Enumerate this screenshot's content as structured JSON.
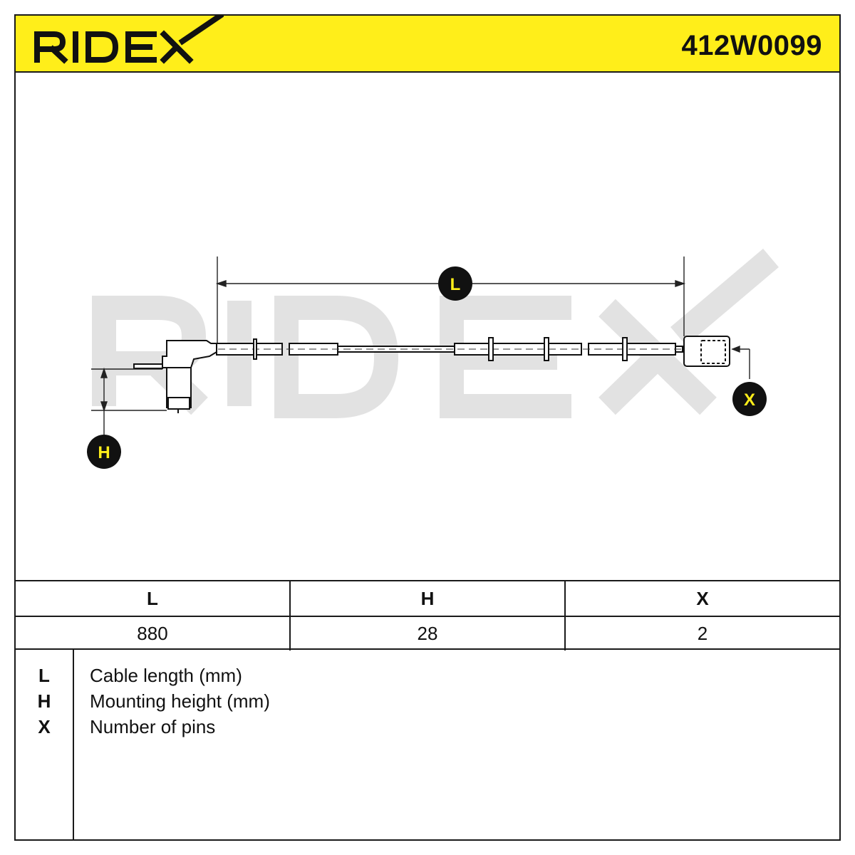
{
  "header": {
    "brand": "RIDEX",
    "part_number": "412W0099",
    "accent_color": "#ffee1a"
  },
  "drawing": {
    "watermark": "RIDEX",
    "dimension_labels": {
      "L": "L",
      "H": "H",
      "X": "X"
    },
    "marker_fill": "#111111",
    "marker_text_color": "#ffee1a"
  },
  "spec_table": {
    "headers": [
      "L",
      "H",
      "X"
    ],
    "values": [
      "880",
      "28",
      "2"
    ]
  },
  "legend": [
    {
      "key": "L",
      "description": "Cable length (mm)"
    },
    {
      "key": "H",
      "description": "Mounting height (mm)"
    },
    {
      "key": "X",
      "description": "Number of pins"
    }
  ]
}
